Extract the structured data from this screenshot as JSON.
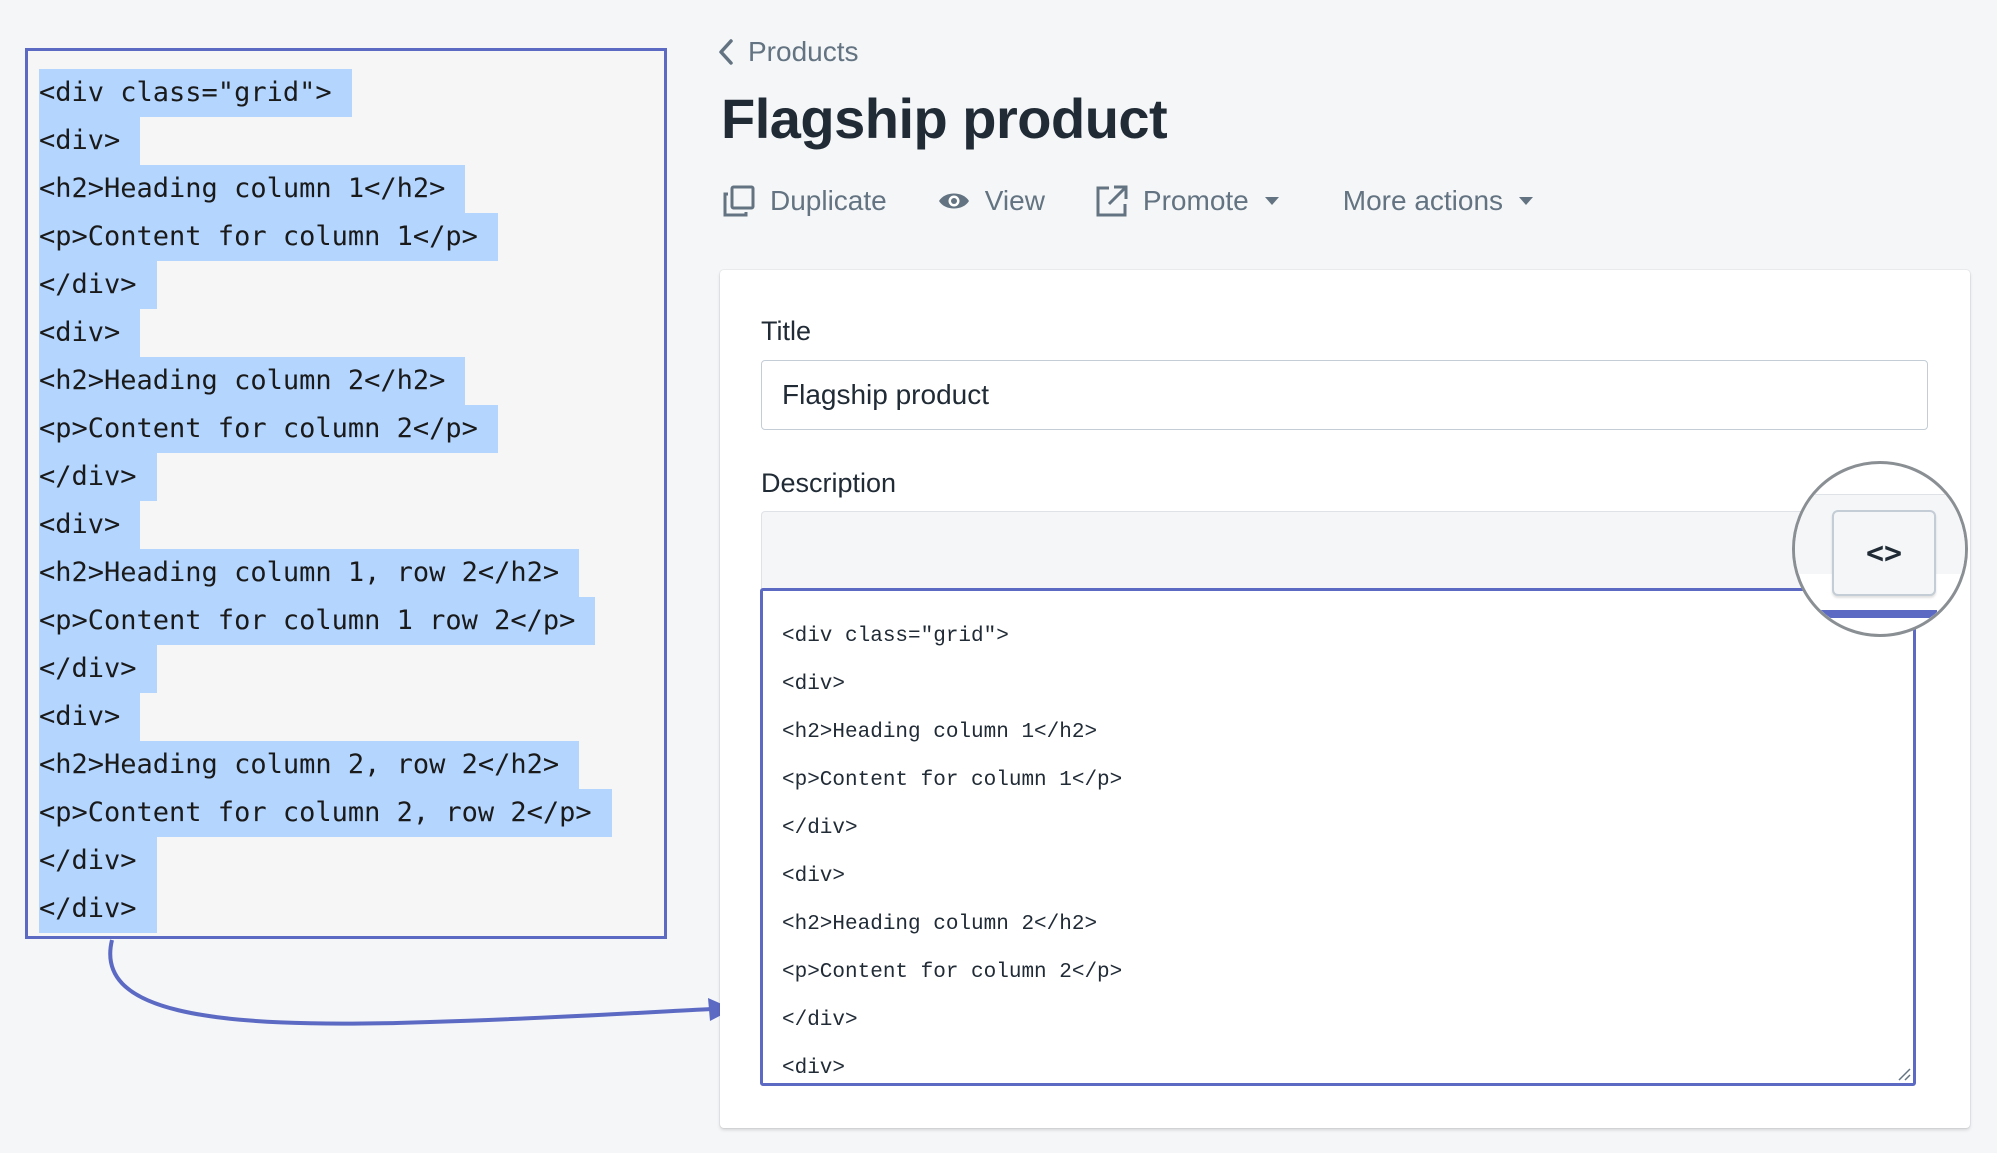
{
  "snippet": {
    "lines": [
      "<div class=\"grid\">",
      "<div>",
      "<h2>Heading column 1</h2>",
      "<p>Content for column 1</p>",
      "</div>",
      "<div>",
      "<h2>Heading column 2</h2>",
      "<p>Content for column 2</p>",
      "</div>",
      "<div>",
      "<h2>Heading column 1, row 2</h2>",
      "<p>Content for column 1 row 2</p>",
      "</div>",
      "<div>",
      "<h2>Heading column 2, row 2</h2>",
      "<p>Content for column 2, row 2</p>",
      "</div>",
      "</div>"
    ]
  },
  "breadcrumb": {
    "label": "Products",
    "icon": "chevron-left-icon"
  },
  "page": {
    "title": "Flagship product"
  },
  "actions": {
    "duplicate": "Duplicate",
    "view": "View",
    "promote": "Promote",
    "more": "More actions"
  },
  "form": {
    "title_label": "Title",
    "title_value": "Flagship product",
    "description_label": "Description",
    "code_toggle_label": "<>",
    "editor_lines": [
      "<div class=\"grid\">",
      "<div>",
      "<h2>Heading column 1</h2>",
      "<p>Content for column 1</p>",
      "</div>",
      "<div>",
      "<h2>Heading column 2</h2>",
      "<p>Content for column 2</p>",
      "</div>",
      "<div>"
    ]
  },
  "colors": {
    "accent": "#5c6ac4",
    "selection": "#b4d5fe",
    "muted_text": "#637381",
    "page_bg": "#f4f6f8"
  }
}
